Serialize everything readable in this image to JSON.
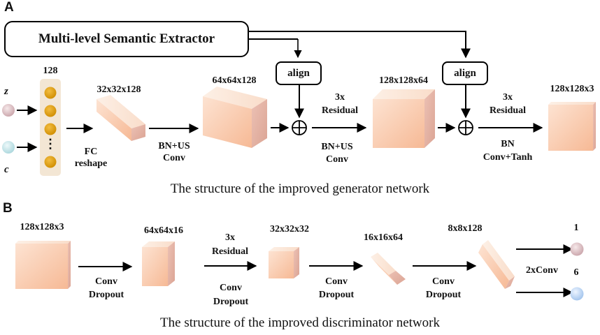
{
  "panels": {
    "a": "A",
    "b": "B"
  },
  "generator": {
    "extractor_label": "Multi-level Semantic Extractor",
    "align_label_1": "align",
    "align_label_2": "align",
    "vector_size": "128",
    "input_z": "z",
    "input_c": "c",
    "dots": "⋮",
    "sizes": [
      "32x32x128",
      "64x64x128",
      "128x128x64",
      "128x128x3"
    ],
    "ops": {
      "fc1": "FC",
      "fc2": "reshape",
      "bnus1a": "BN+US",
      "bnus1b": "Conv",
      "res1a": "3x",
      "res1b": "Residual",
      "bnus2a": "BN+US",
      "bnus2b": "Conv",
      "res2a": "3x",
      "res2b": "Residual",
      "bn_a": "BN",
      "bn_b": "Conv+Tanh"
    },
    "caption": "The structure of the improved generator network"
  },
  "discriminator": {
    "sizes": [
      "128x128x3",
      "64x64x16",
      "32x32x32",
      "16x16x64",
      "8x8x128"
    ],
    "ops": {
      "c1a": "Conv",
      "c1b": "Dropout",
      "r_a": "3x",
      "r_b": "Residual",
      "c2a": "Conv",
      "c2b": "Dropout",
      "c3a": "Conv",
      "c3b": "Dropout",
      "c4a": "Conv",
      "c4b": "Dropout",
      "final": "2xConv"
    },
    "outputs": [
      "1",
      "6"
    ],
    "caption": "The structure of the improved discriminator network"
  },
  "colors": {
    "cube_front_light": "#fde3d2",
    "cube_front_dark": "#f6b995",
    "cube_side": "#e9b7a8",
    "cube_top": "#fbe9dd",
    "neuron": "#e0a010",
    "vector_bg": "#f3e6d4",
    "z_node": "#dcbfc4",
    "c_node": "#c4e6ea",
    "out1_node": "#dcbfc4",
    "out6_node": "#bcd6f2"
  }
}
